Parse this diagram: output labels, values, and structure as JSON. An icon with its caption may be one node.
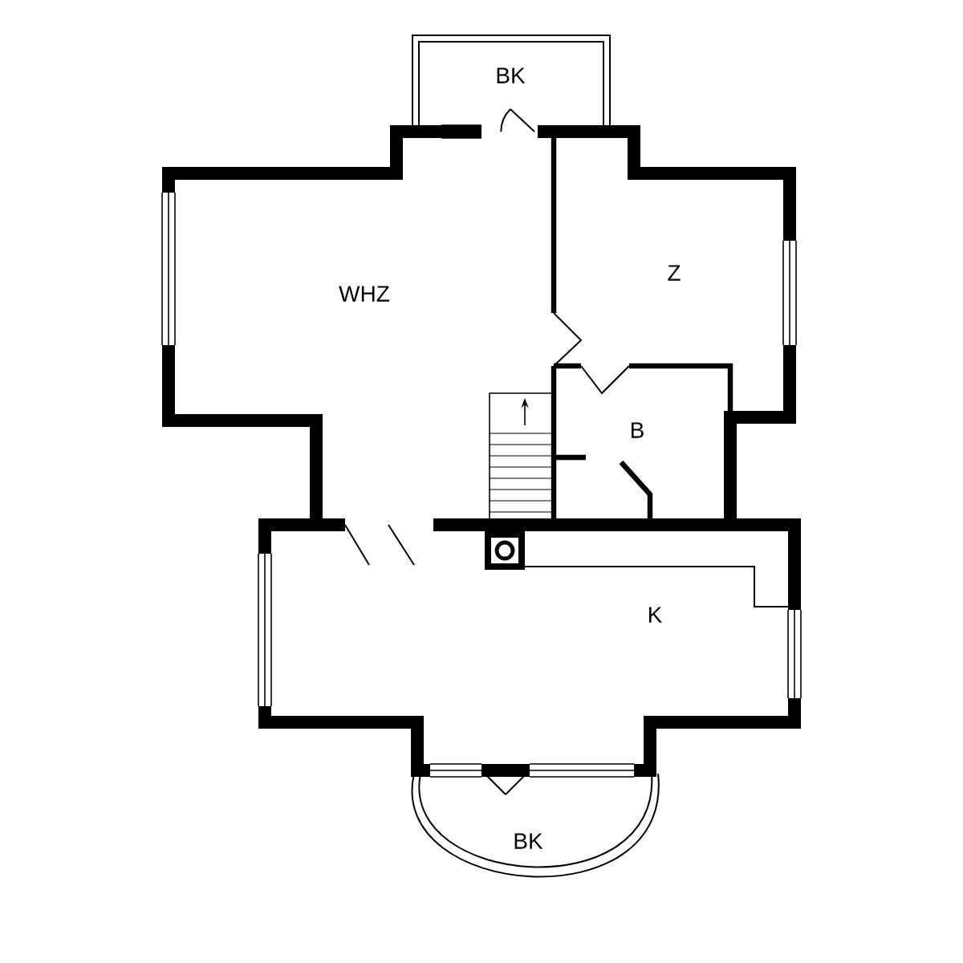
{
  "diagram": {
    "labels": [
      "BK",
      "WHZ",
      "Z",
      "B",
      "K",
      "BK"
    ]
  }
}
